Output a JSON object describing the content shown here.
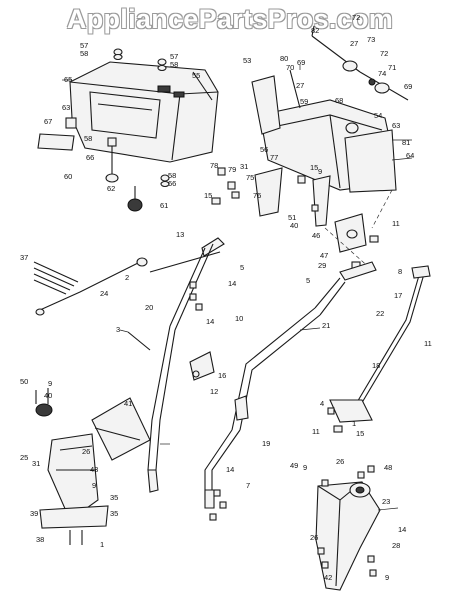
{
  "watermark": "AppliancePartsPros.com",
  "callouts": [
    "57",
    "58",
    "65",
    "63",
    "67",
    "60",
    "58",
    "66",
    "62",
    "57",
    "58",
    "55",
    "58",
    "66",
    "61",
    "53",
    "80",
    "69",
    "27",
    "82",
    "70",
    "72",
    "73",
    "72",
    "71",
    "74",
    "68",
    "69",
    "63",
    "59",
    "54",
    "81",
    "64",
    "56",
    "77",
    "78",
    "79",
    "75",
    "76",
    "31",
    "15",
    "9",
    "51",
    "40",
    "46",
    "47",
    "29",
    "11",
    "15",
    "13",
    "5",
    "37",
    "2",
    "24",
    "14",
    "20",
    "10",
    "14",
    "3",
    "16",
    "12",
    "21",
    "22",
    "17",
    "18",
    "11",
    "5",
    "4",
    "1",
    "11",
    "15",
    "50",
    "9",
    "40",
    "41",
    "25",
    "31",
    "26",
    "43",
    "9",
    "35",
    "39",
    "35",
    "38",
    "19",
    "14",
    "7",
    "49",
    "9",
    "26",
    "48",
    "23",
    "14",
    "26",
    "28",
    "42",
    "9",
    "8",
    "27",
    "1"
  ]
}
